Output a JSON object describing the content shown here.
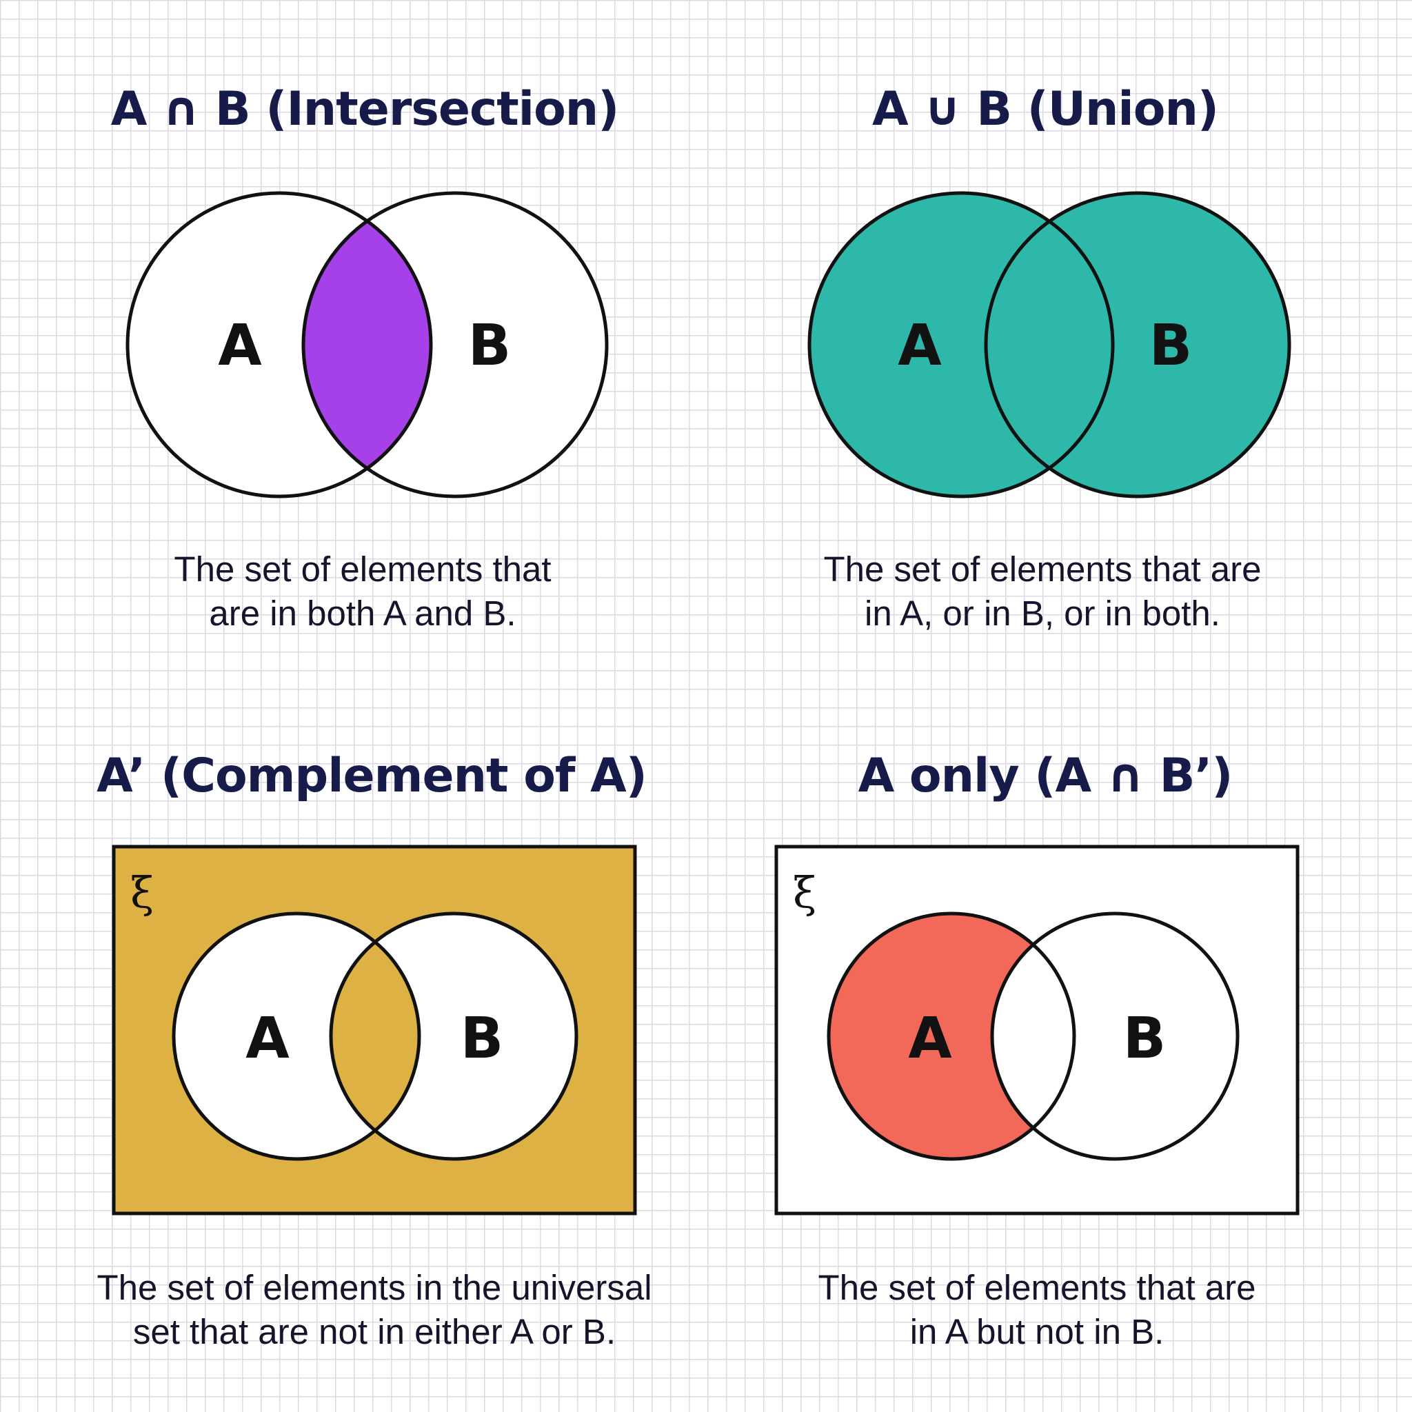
{
  "colors": {
    "intersection": "#a640e8",
    "union": "#2db8a9",
    "complement": "#ddb144",
    "a_only": "#f2695a",
    "outline": "#111111",
    "title_text": "#161b4a"
  },
  "panels": [
    {
      "title": "A ∩ B (Intersection)",
      "set_a": "A",
      "set_b": "B",
      "desc_lines": [
        "The set of elements that",
        "are in both A and B."
      ]
    },
    {
      "title": "A ∪ B (Union)",
      "set_a": "A",
      "set_b": "B",
      "desc_lines": [
        "The set of elements that are",
        "in A, or in B, or in both."
      ]
    },
    {
      "title": "A’ (Complement of A)",
      "universal_symbol": "ξ",
      "set_a": "A",
      "set_b": "B",
      "desc_lines": [
        "The set of elements in the universal",
        "set that are not in either A or B."
      ]
    },
    {
      "title": "A only (A ∩ B’)",
      "universal_symbol": "ξ",
      "set_a": "A",
      "set_b": "B",
      "desc_lines": [
        "The set of elements that are",
        "in A but not in B."
      ]
    }
  ]
}
